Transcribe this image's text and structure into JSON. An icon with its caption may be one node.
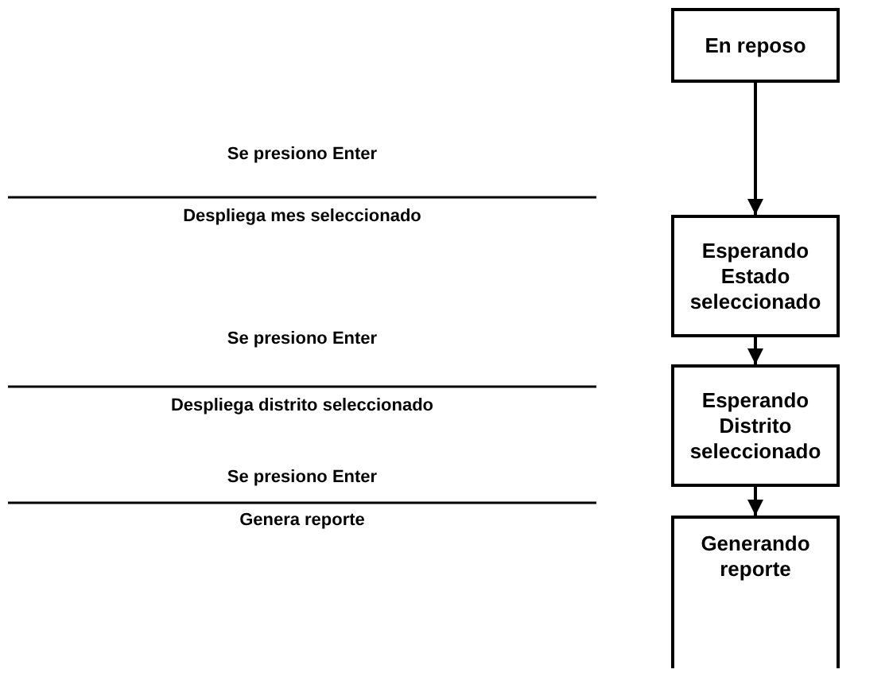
{
  "diagram": {
    "nodes": [
      {
        "text": [
          "En reposo"
        ]
      },
      {
        "text": [
          "Esperando Estado seleccionado"
        ]
      },
      {
        "text": [
          "Esperando Distrito seleccionado"
        ]
      },
      {
        "text": [
          "Generando reporte"
        ]
      }
    ],
    "edges": [
      {
        "from": 0,
        "to": 1,
        "arrow": "to"
      },
      {
        "from": 1,
        "to": 2,
        "arrow": "to"
      },
      {
        "from": 2,
        "to": 3,
        "arrow": "to"
      }
    ],
    "labels": [
      "Se presiono Enter",
      "Despliega mes seleccionado",
      "Se presiono Enter",
      "Despliega distrito seleccionado",
      "Se presiono Enter",
      "Genera reporte"
    ]
  }
}
